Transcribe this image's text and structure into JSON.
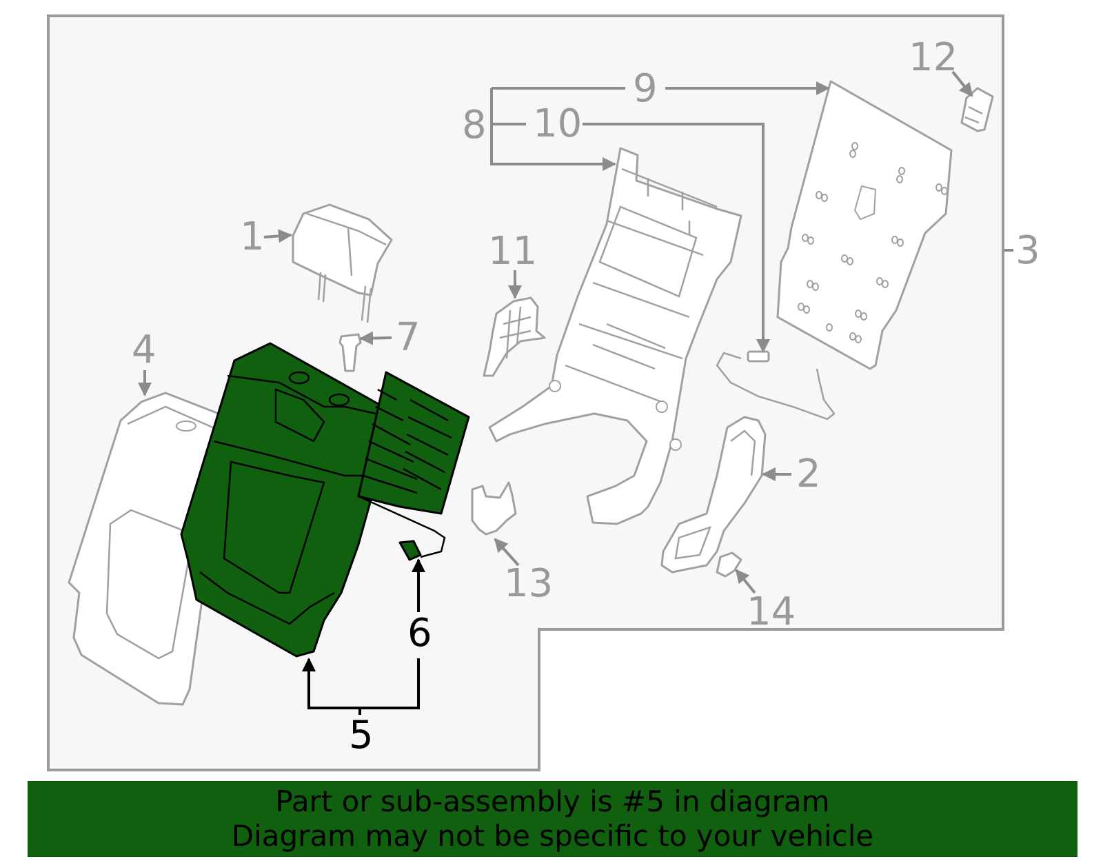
{
  "diagram": {
    "callouts": [
      "1",
      "2",
      "3",
      "4",
      "5",
      "6",
      "7",
      "8",
      "9",
      "10",
      "11",
      "12",
      "13",
      "14"
    ],
    "highlighted_part": "5",
    "colors": {
      "highlight": "#106010",
      "panel_background": "#f7f7f7",
      "outline_gray": "#999999"
    }
  },
  "banner": {
    "line1": "Part or sub-assembly is #5 in diagram",
    "line2": "Diagram may not be specific to your vehicle"
  }
}
